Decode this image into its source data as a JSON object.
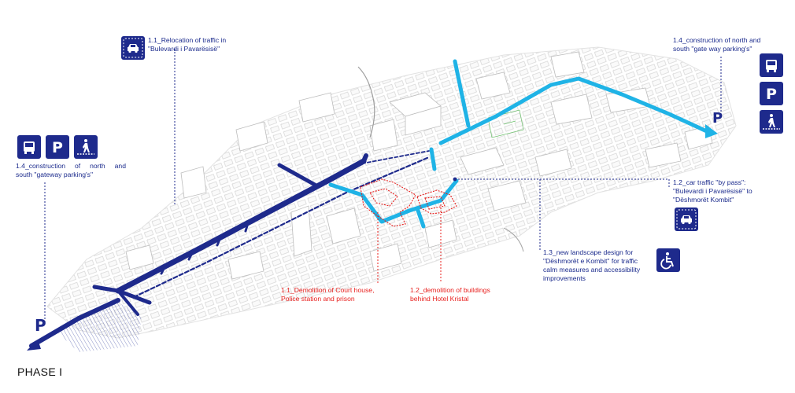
{
  "phase_label": "PHASE I",
  "parking_symbol": "P",
  "annotations": {
    "a11_relocation": [
      "1.1_Relocation of traffic in",
      "\"Bulevardi i Pavarësisë\""
    ],
    "a14_right": [
      "1.4_construction of north and",
      "south \"gate way parking's\""
    ],
    "a14_left": [
      "1.4_construction  of  north  and",
      "south \"gateway parking's\""
    ],
    "a12_bypass": [
      "1.2_car traffic \"by pass\":",
      "\"Bulevardi i Pavarësisë\" to",
      "\"Dëshmorët Kombit\""
    ],
    "a13_landscape": [
      "1.3_new landscape design for",
      "\"Dëshmorët e Kombit\" for traffic",
      "calm measures and accessibility",
      "improvements"
    ],
    "a11_demolition": [
      "1.1_Demolition of Court house,",
      "Police station and prison"
    ],
    "a12_demolition": [
      "1.2_demolition of buildings",
      "behind Hotel Kristal"
    ]
  },
  "icons": {
    "car": "car-icon",
    "bus": "bus-icon",
    "parking": "parking-icon",
    "pedestrian": "pedestrian-icon",
    "wheelchair": "wheelchair-icon"
  },
  "colors": {
    "dark_blue": "#1e2a8c",
    "light_blue": "#1fb3e6",
    "demolition_red": "#e8201e",
    "building_outline": "#c8c8c8"
  }
}
